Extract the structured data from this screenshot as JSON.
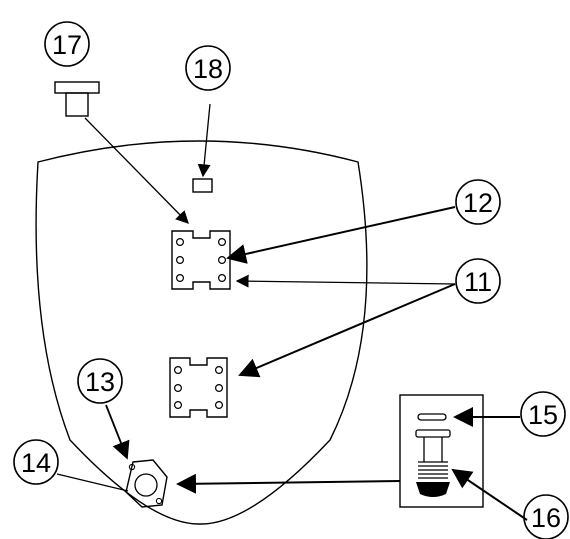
{
  "callouts": {
    "c11": "11",
    "c12": "12",
    "c13": "13",
    "c14": "14",
    "c15": "15",
    "c16": "16",
    "c17": "17",
    "c18": "18"
  }
}
